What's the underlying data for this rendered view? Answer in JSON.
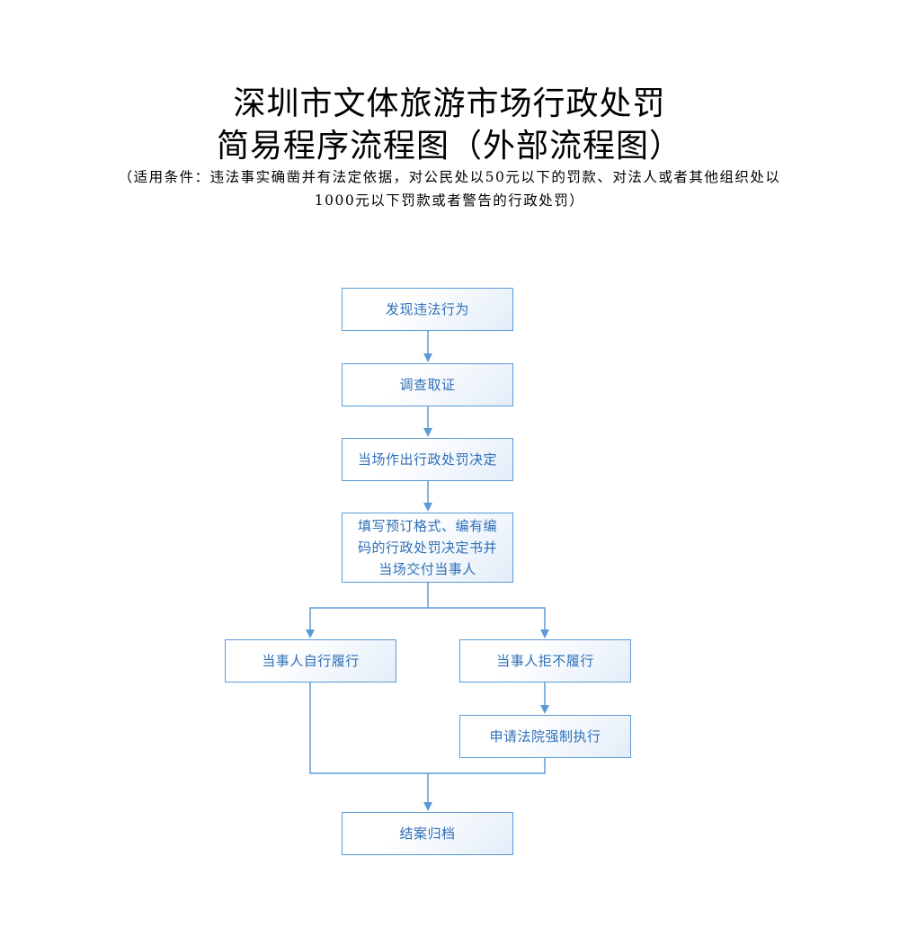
{
  "header": {
    "title_line1": "深圳市文体旅游市场行政处罚",
    "title_line2": "简易程序流程图（外部流程图）",
    "condition_line1": "（适用条件：违法事实确凿并有法定依据，对公民处以50元以下的罚款、对法人或者其他组织处以",
    "condition_line2": "1000元以下罚款或者警告的行政处罚）"
  },
  "flow": {
    "discover": "发现违法行为",
    "investigate": "调查取证",
    "onsite_decision": "当场作出行政处罚决定",
    "fill_form": "填写预订格式、编有编码的行政处罚决定书并当场交付当事人",
    "self_comply": "当事人自行履行",
    "refuse": "当事人拒不履行",
    "court_enforce": "申请法院强制执行",
    "archive": "结案归档"
  },
  "colors": {
    "box_border": "#5b9bd5",
    "box_text": "#2e6fb7",
    "connector": "#5b9bd5"
  }
}
